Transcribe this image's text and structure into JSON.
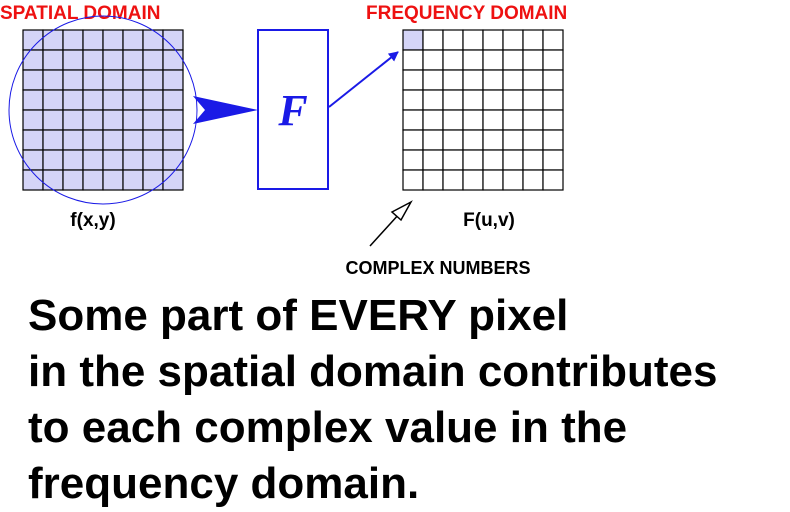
{
  "labels": {
    "spatial_domain": "SPATIAL DOMAIN",
    "frequency_domain": "FREQUENCY DOMAIN",
    "transform_symbol": "F",
    "spatial_function": "f(x,y)",
    "frequency_function": "F(u,v)",
    "complex_numbers": "COMPLEX NUMBERS"
  },
  "grid": {
    "rows": 8,
    "cols": 8
  },
  "colors": {
    "title": "#ee1111",
    "transform": "#1a1ae6",
    "spatial_fill": "#d4d4f7",
    "text": "#000000"
  },
  "statement": [
    "Some part of EVERY pixel",
    "in the spatial domain contributes",
    "to each complex value in the",
    "frequency domain."
  ]
}
